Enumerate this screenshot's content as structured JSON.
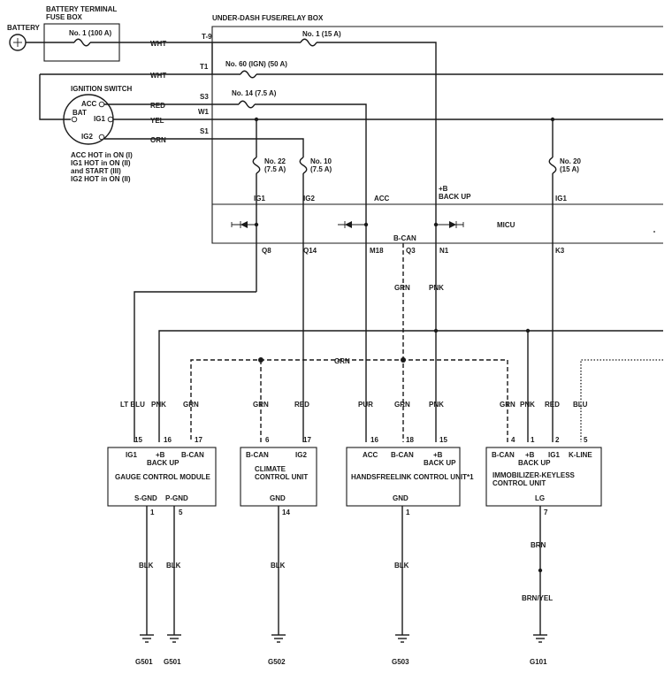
{
  "battery": {
    "label": "BATTERY"
  },
  "fuse_box": {
    "title_line1": "BATTERY TERMINAL",
    "title_line2": "FUSE BOX",
    "fuse": "No. 1 (100 A)"
  },
  "relay_box": {
    "title": "UNDER-DASH FUSE/RELAY BOX"
  },
  "ignition": {
    "title": "IGNITION SWITCH",
    "pins": {
      "acc": "ACC",
      "bat": "BAT",
      "ig1": "IG1",
      "ig2": "IG2"
    },
    "notes": [
      "ACC HOT in ON (I)",
      "IG1 HOT in ON (II)",
      "and START (III)",
      "IG2 HOT in ON (II)"
    ]
  },
  "wires": {
    "wht": "WHT",
    "red": "RED",
    "yel": "YEL",
    "orn": "ORN",
    "grn": "GRN",
    "pnk": "PNK",
    "ltblu": "LT BLU",
    "pur": "PUR",
    "blu": "BLU",
    "blk": "BLK",
    "brn": "BRN",
    "brnyel": "BRN/YEL"
  },
  "terminals": {
    "t9": "T-9",
    "t1": "T1",
    "s3": "S3",
    "w1": "W1",
    "s1": "S1"
  },
  "fuses": {
    "f1": "No. 1 (15 A)",
    "f60": "No. 60 (IGN) (50 A)",
    "f14": "No. 14 (7.5 A)",
    "f22_a": "No. 22",
    "f22_b": "(7.5 A)",
    "f10_a": "No. 10",
    "f10_b": "(7.5 A)",
    "f20_a": "No. 20",
    "f20_b": "(15 A)"
  },
  "micu": {
    "label": "MICU",
    "inputs": {
      "ig1": "IG1",
      "ig2": "IG2",
      "acc": "ACC",
      "backup_b": "+B",
      "backup": "BACK UP",
      "ig1_right": "IG1"
    },
    "bcan": "B-CAN",
    "pins": {
      "q8": "Q8",
      "q14": "Q14",
      "m18": "M18",
      "q3": "Q3",
      "n1": "N1",
      "k3": "K3"
    }
  },
  "modules": {
    "gauge": {
      "name": "GAUGE CONTROL MODULE",
      "pins": [
        "15",
        "16",
        "17"
      ],
      "pin_labels": {
        "ig1": "IG1",
        "b": "+B",
        "backup": "BACK UP",
        "bcan": "B-CAN"
      },
      "ground_labels": [
        "S-GND",
        "P-GND"
      ],
      "ground_pins": [
        "1",
        "5"
      ]
    },
    "climate": {
      "name_line1": "CLIMATE",
      "name_line2": "CONTROL UNIT",
      "pins": [
        "6",
        "17"
      ],
      "pin_labels": {
        "bcan": "B-CAN",
        "ig2": "IG2"
      },
      "ground_label": "GND",
      "ground_pin": "14"
    },
    "handsfree": {
      "name": "HANDSFREELINK CONTROL UNIT*1",
      "pins": [
        "16",
        "18",
        "15"
      ],
      "pin_labels": {
        "acc": "ACC",
        "bcan": "B-CAN",
        "b": "+B",
        "backup": "BACK UP"
      },
      "ground_label": "GND",
      "ground_pin": "1"
    },
    "immobilizer": {
      "name_line1": "IMMOBILIZER-KEYLESS",
      "name_line2": "CONTROL UNIT",
      "pins": [
        "4",
        "1",
        "2",
        "5"
      ],
      "pin_labels": {
        "bcan": "B-CAN",
        "b": "+B",
        "backup": "BACK UP",
        "ig1": "IG1",
        "kline": "K-LINE"
      },
      "ground_label": "LG",
      "ground_pin": "7"
    }
  },
  "grounds": [
    "G501",
    "G501",
    "G502",
    "G503",
    "G101"
  ]
}
